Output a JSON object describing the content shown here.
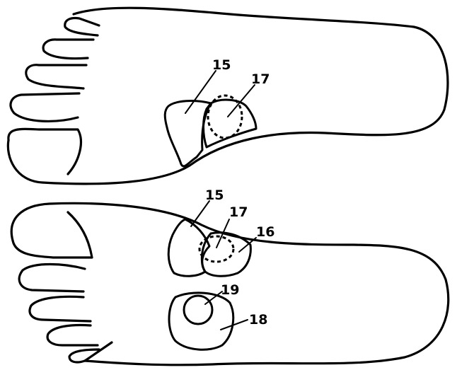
{
  "labels": {
    "top_15": "15",
    "top_17": "17",
    "bottom_15": "15",
    "bottom_17": "17",
    "bottom_16": "16",
    "bottom_19": "19",
    "bottom_18": "18"
  }
}
